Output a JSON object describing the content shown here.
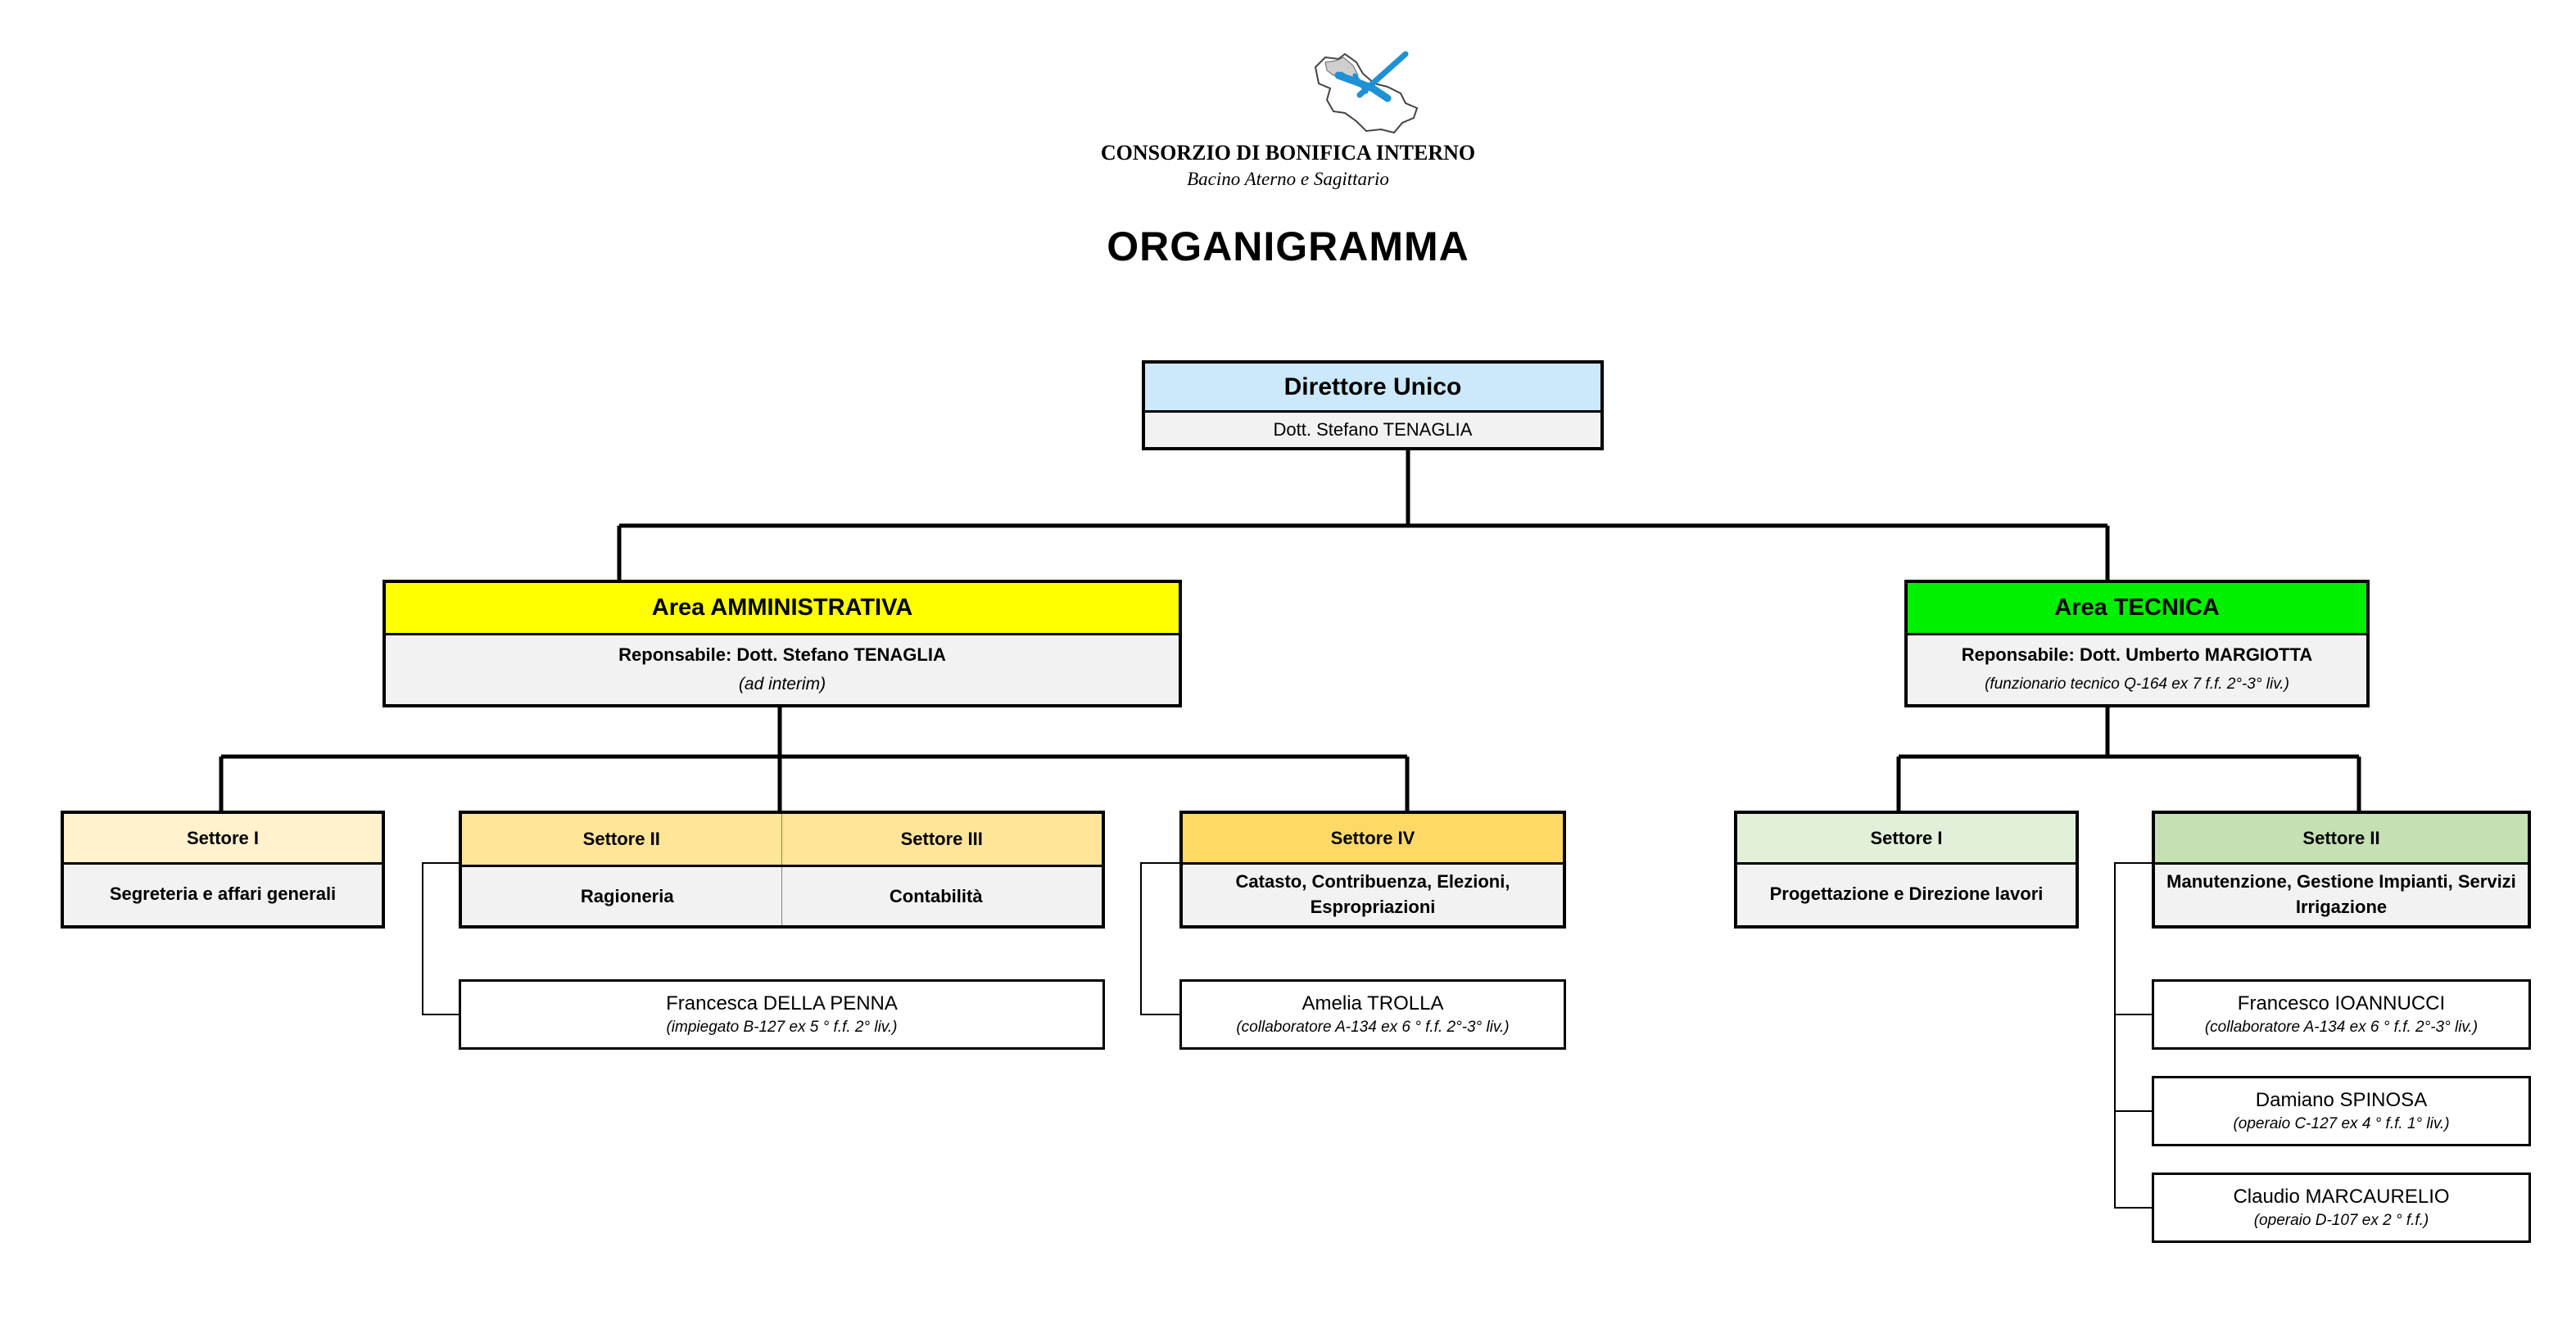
{
  "header": {
    "org_name": "CONSORZIO DI BONIFICA INTERNO",
    "org_subtitle": "Bacino Aterno e Sagittario",
    "title": "ORGANIGRAMMA"
  },
  "colors": {
    "direttore": "#cce8fb",
    "area_amministrativa": "#ffff00",
    "area_tecnica": "#00f000",
    "settore_amm_1": "#fff2cc",
    "settore_amm_2_3": "#ffe598",
    "settore_amm_4": "#ffd966",
    "settore_tec_1": "#e2efd9",
    "settore_tec_2": "#c5e0b3",
    "logo_blue": "#1e90d6"
  },
  "direttore": {
    "title": "Direttore Unico",
    "name": "Dott. Stefano TENAGLIA"
  },
  "area_amministrativa": {
    "title": "Area AMMINISTRATIVA",
    "responsabile": "Reponsabile: Dott. Stefano TENAGLIA",
    "note": "(ad interim)",
    "settori": [
      {
        "head": "Settore I",
        "body": "Segreteria e affari generali"
      },
      {
        "head": "Settore II",
        "body": "Ragioneria"
      },
      {
        "head": "Settore III",
        "body": "Contabilità"
      },
      {
        "head": "Settore IV",
        "body": "Catasto, Contribuenza, Elezioni, Espropriazioni"
      }
    ],
    "persone": [
      {
        "name": "Francesca DELLA PENNA",
        "role": "(impiegato B-127 ex 5 ° f.f. 2° liv.)"
      },
      {
        "name": "Amelia TROLLA",
        "role": "(collaboratore A-134 ex 6 ° f.f. 2°-3° liv.)"
      }
    ]
  },
  "area_tecnica": {
    "title": "Area TECNICA",
    "responsabile": "Reponsabile: Dott. Umberto MARGIOTTA",
    "note": "(funzionario tecnico Q-164 ex 7 f.f. 2°-3° liv.)",
    "settori": [
      {
        "head": "Settore I",
        "body": "Progettazione e Direzione lavori"
      },
      {
        "head": "Settore II",
        "body": "Manutenzione, Gestione Impianti, Servizi Irrigazione"
      }
    ],
    "persone": [
      {
        "name": "Francesco IOANNUCCI",
        "role": "(collaboratore A-134 ex 6 ° f.f. 2°-3° liv.)"
      },
      {
        "name": "Damiano SPINOSA",
        "role": "(operaio C-127 ex 4 ° f.f. 1° liv.)"
      },
      {
        "name": "Claudio MARCAURELIO",
        "role": "(operaio D-107 ex 2 ° f.f.)"
      }
    ]
  }
}
